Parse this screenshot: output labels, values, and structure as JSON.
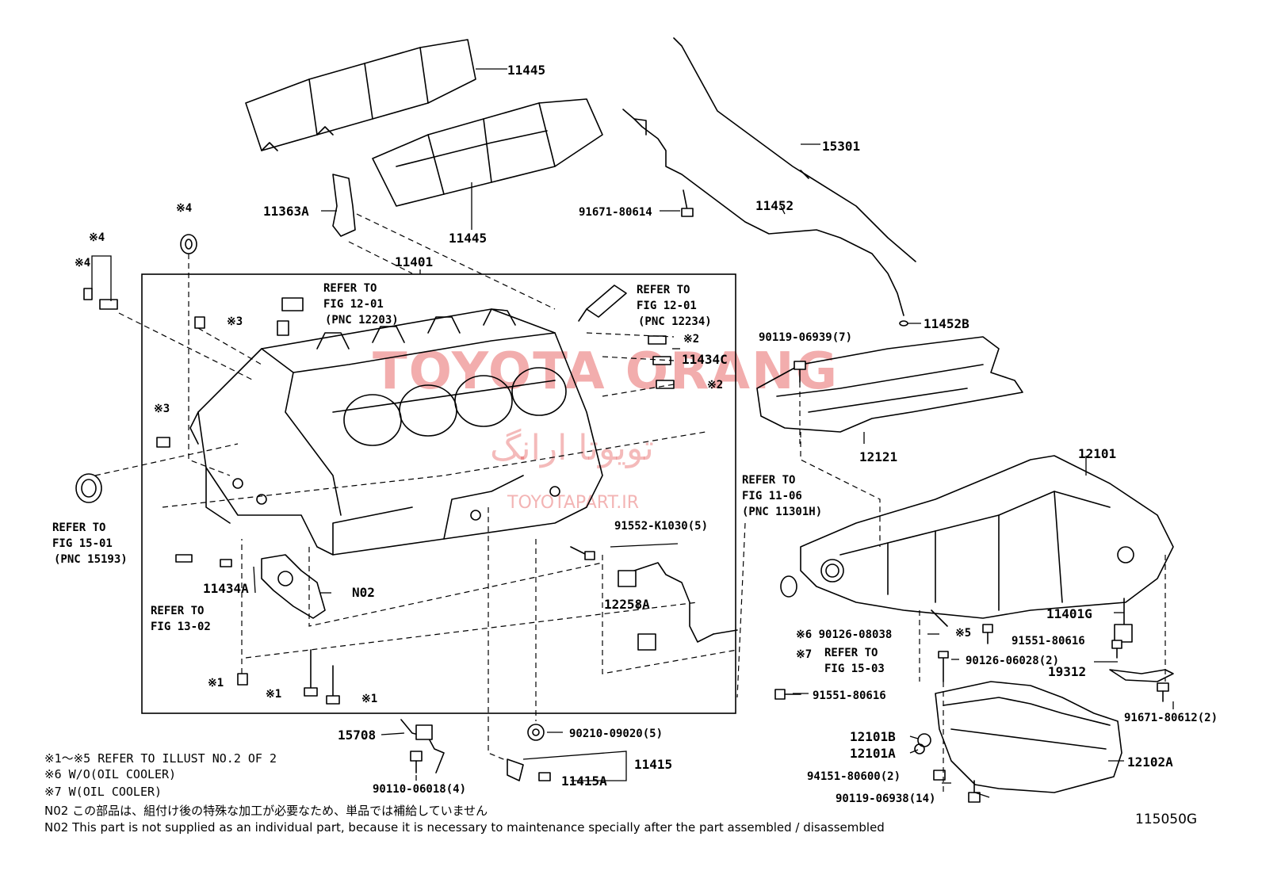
{
  "watermark": {
    "brand": "TOYOTA ORANG",
    "arabic": "تویوتا ارانگ",
    "url": "TOYOTAPART.IR",
    "color": "#dc2828"
  },
  "labels": {
    "p11445_top": "11445",
    "p11445_mid": "11445",
    "p15301": "15301",
    "p11452": "11452",
    "p91671_80614": "91671-80614",
    "p11363a": "11363A",
    "p11401": "11401",
    "ref_12_01_a_1": "REFER TO",
    "ref_12_01_a_2": "FIG 12-01",
    "ref_12_01_a_3": "(PNC 12203)",
    "ref_12_01_b_1": "REFER TO",
    "ref_12_01_b_2": "FIG 12-01",
    "ref_12_01_b_3": "(PNC 12234)",
    "p11452b": "11452B",
    "p90119_06939": "90119-06939(7)",
    "p11434c": "11434C",
    "mark2_a": "※2",
    "mark2_b": "※2",
    "mark3_a": "※3",
    "mark3_b": "※3",
    "mark4_a": "※4",
    "mark4_b": "※4",
    "mark4_c": "※4",
    "p12121": "12121",
    "p12101": "12101",
    "ref_11_06_1": "REFER TO",
    "ref_11_06_2": "FIG 11-06",
    "ref_11_06_3": "(PNC 11301H)",
    "ref_15_01_1": "REFER TO",
    "ref_15_01_2": "FIG 15-01",
    "ref_15_01_3": "(PNC 15193)",
    "p91552_k1030": "91552-K1030(5)",
    "p11434a": "11434A",
    "n02": "N02",
    "p12258a": "12258A",
    "ref_13_02_1": "REFER TO",
    "ref_13_02_2": "FIG 13-02",
    "p11401g": "11401G",
    "mark6_90126_08038": "※6 90126-08038",
    "mark5": "※5",
    "p91551_80616_a": "91551-80616",
    "mark7": "※7",
    "ref_15_03_1": "REFER TO",
    "ref_15_03_2": "FIG 15-03",
    "p90126_06028": "90126-06028(2)",
    "p19312": "19312",
    "mark1_a": "※1",
    "mark1_b": "※1",
    "mark1_c": "※1",
    "p91551_80616_b": "91551-80616",
    "p91671_80612": "91671-80612(2)",
    "p15708": "15708",
    "p90210_09020": "90210-09020(5)",
    "p12101b": "12101B",
    "p12101a": "12101A",
    "p11415": "11415",
    "p11415a": "11415A",
    "p12102a": "12102A",
    "p90110_06018": "90110-06018(4)",
    "p94151_80600": "94151-80600(2)",
    "p90119_06938": "90119-06938(14)"
  },
  "notes": {
    "n1": "※1～※5 REFER TO ILLUST NO.2 OF 2",
    "n2": "※6 W/O(OIL COOLER)",
    "n3": "※7 W(OIL COOLER)",
    "n4": "N02 この部品は、組付け後の特殊な加工が必要なため、単品では補給していません",
    "n5": "N02  This part is not supplied as an individual part, because it is necessary to maintenance specially after the part assembled / disassembled"
  },
  "illustration_code": "115050G"
}
